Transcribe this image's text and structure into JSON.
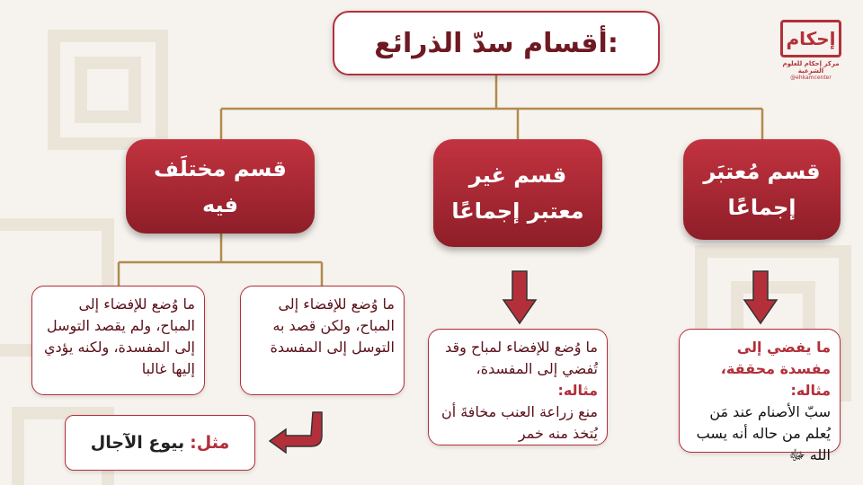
{
  "title": "أقسام سدّ الذرائع:",
  "logo": {
    "name": "إحكام",
    "subtitle": "مركز إحكام للعلوم الشرعية",
    "handle": "@ehkamcenter"
  },
  "categories": [
    {
      "label": "قسم مُعتبَر إجماعًا"
    },
    {
      "label": "قسم غير معتبر إجماعًا"
    },
    {
      "label": "قسم مختلَف فيه"
    }
  ],
  "descriptions": {
    "agreed": {
      "text": "ما يفضي إلى مفسدة محققة،",
      "example_label": "مثاله:",
      "example_text": "سبّ الأصنام عند مَن يُعلم من حاله أنه يسب الله ﷻ"
    },
    "rejected": {
      "text": "ما وُضع للإفضاء لمباح وقد تُفضي إلى المفسدة،",
      "example_label": "مثاله:",
      "example_text": "منع زراعة العنب مخافةَ أن يُتخذ منه خمر"
    },
    "disputed_a": {
      "text": "ما وُضع للإفضاء إلى المباح، ولكن قصد به التوسل إلى المفسدة"
    },
    "disputed_b": {
      "text": "ما وُضع للإفضاء إلى المباح، ولم يقصد التوسل إلى المفسدة، ولكنه يؤدي إليها غالبا"
    }
  },
  "example": {
    "label": "مثل:",
    "text": "بيوع الآجال"
  },
  "colors": {
    "accent": "#b3303a",
    "line": "#b28b4e",
    "background": "#f6f3ee"
  }
}
